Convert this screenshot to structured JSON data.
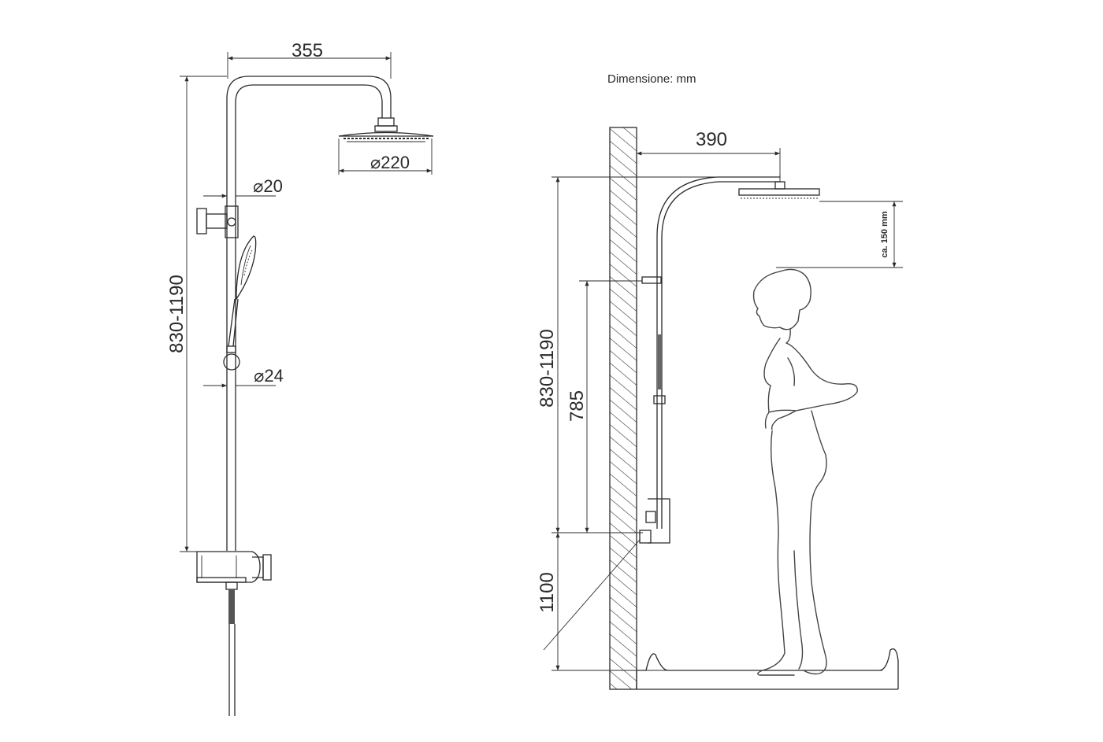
{
  "units_note": "Dimensione: mm",
  "front_view": {
    "arm_width": "355",
    "head_diameter": "⌀220",
    "pipe_upper_diameter": "⌀20",
    "pipe_lower_diameter": "⌀24",
    "height_range": "830-1190"
  },
  "side_view": {
    "arm_projection": "390",
    "head_clearance": "ca. 150 mm",
    "height_range": "830-1190",
    "slide_bar_length": "785",
    "mount_height": "1100"
  }
}
